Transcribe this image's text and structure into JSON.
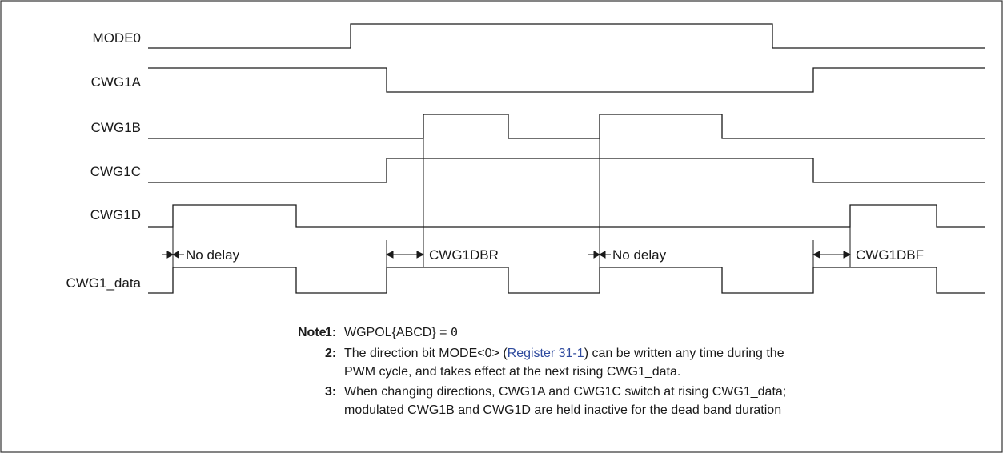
{
  "diagram": {
    "signals": [
      {
        "name": "MODE0"
      },
      {
        "name": "CWG1A"
      },
      {
        "name": "CWG1B"
      },
      {
        "name": "CWG1C"
      },
      {
        "name": "CWG1D"
      },
      {
        "name": "CWG1_data"
      }
    ],
    "annotations": [
      {
        "text": "No delay"
      },
      {
        "text": "CWG1DBR"
      },
      {
        "text": "No delay"
      },
      {
        "text": "CWG1DBF"
      }
    ]
  },
  "notes": {
    "heading": "Note",
    "items": [
      {
        "num": "1:",
        "lines": [
          {
            "pre": "WGPOL{ABCD} = ",
            "code": "0"
          }
        ]
      },
      {
        "num": "2:",
        "lines": [
          {
            "pre": "The direction bit MODE<0> (",
            "link": "Register 31-1",
            "post": ") can be written any time during the"
          },
          {
            "pre": "PWM cycle, and takes effect at the next rising CWG1_data."
          }
        ]
      },
      {
        "num": "3:",
        "lines": [
          {
            "pre": "When changing directions, CWG1A and CWG1C switch at rising CWG1_data;"
          },
          {
            "pre": "modulated CWG1B and CWG1D are held inactive for the dead band duration"
          }
        ]
      }
    ]
  },
  "colors": {
    "line": "#1a1a1a",
    "link": "#2e4a9e",
    "border": "#333333"
  }
}
